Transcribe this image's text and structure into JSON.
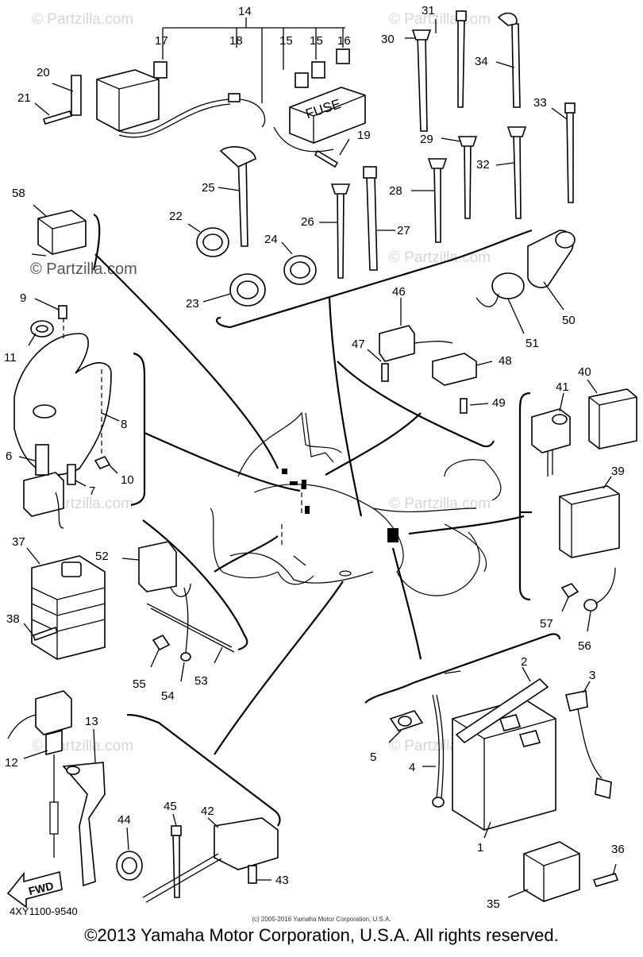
{
  "watermark": "© Partzilla.com",
  "watermark_faint": "© Partzilla.com",
  "fuse_label": "FUSE",
  "fwd_label": "FWD",
  "diagram_code": "4XY1100-9540",
  "small_note": "(c) 2005-2016 Yamaha Motor Corporation, U.S.A.",
  "copyright": "©2013 Yamaha Motor Corporation, U.S.A. All rights reserved.",
  "callouts": {
    "c14": "14",
    "c17": "17",
    "c18": "18",
    "c15a": "15",
    "c15b": "15",
    "c16": "16",
    "c20": "20",
    "c21": "21",
    "c19": "19",
    "c31": "31",
    "c30": "30",
    "c34": "34",
    "c33": "33",
    "c29": "29",
    "c32": "32",
    "c28": "28",
    "c25": "25",
    "c22": "22",
    "c24": "24",
    "c26": "26",
    "c27": "27",
    "c23": "23",
    "c58": "58",
    "c9": "9",
    "c11": "11",
    "c8": "8",
    "c6": "6",
    "c10": "10",
    "c7": "7",
    "c46": "46",
    "c47": "47",
    "c48": "48",
    "c49": "49",
    "c50": "50",
    "c51": "51",
    "c41": "41",
    "c40": "40",
    "c39": "39",
    "c57": "57",
    "c56": "56",
    "c37": "37",
    "c38": "38",
    "c52": "52",
    "c55": "55",
    "c54": "54",
    "c53": "53",
    "c12": "12",
    "c13": "13",
    "c44": "44",
    "c45": "45",
    "c42": "42",
    "c43": "43",
    "c2": "2",
    "c3": "3",
    "c5": "5",
    "c4": "4",
    "c1": "1",
    "c36": "36",
    "c35": "35"
  }
}
